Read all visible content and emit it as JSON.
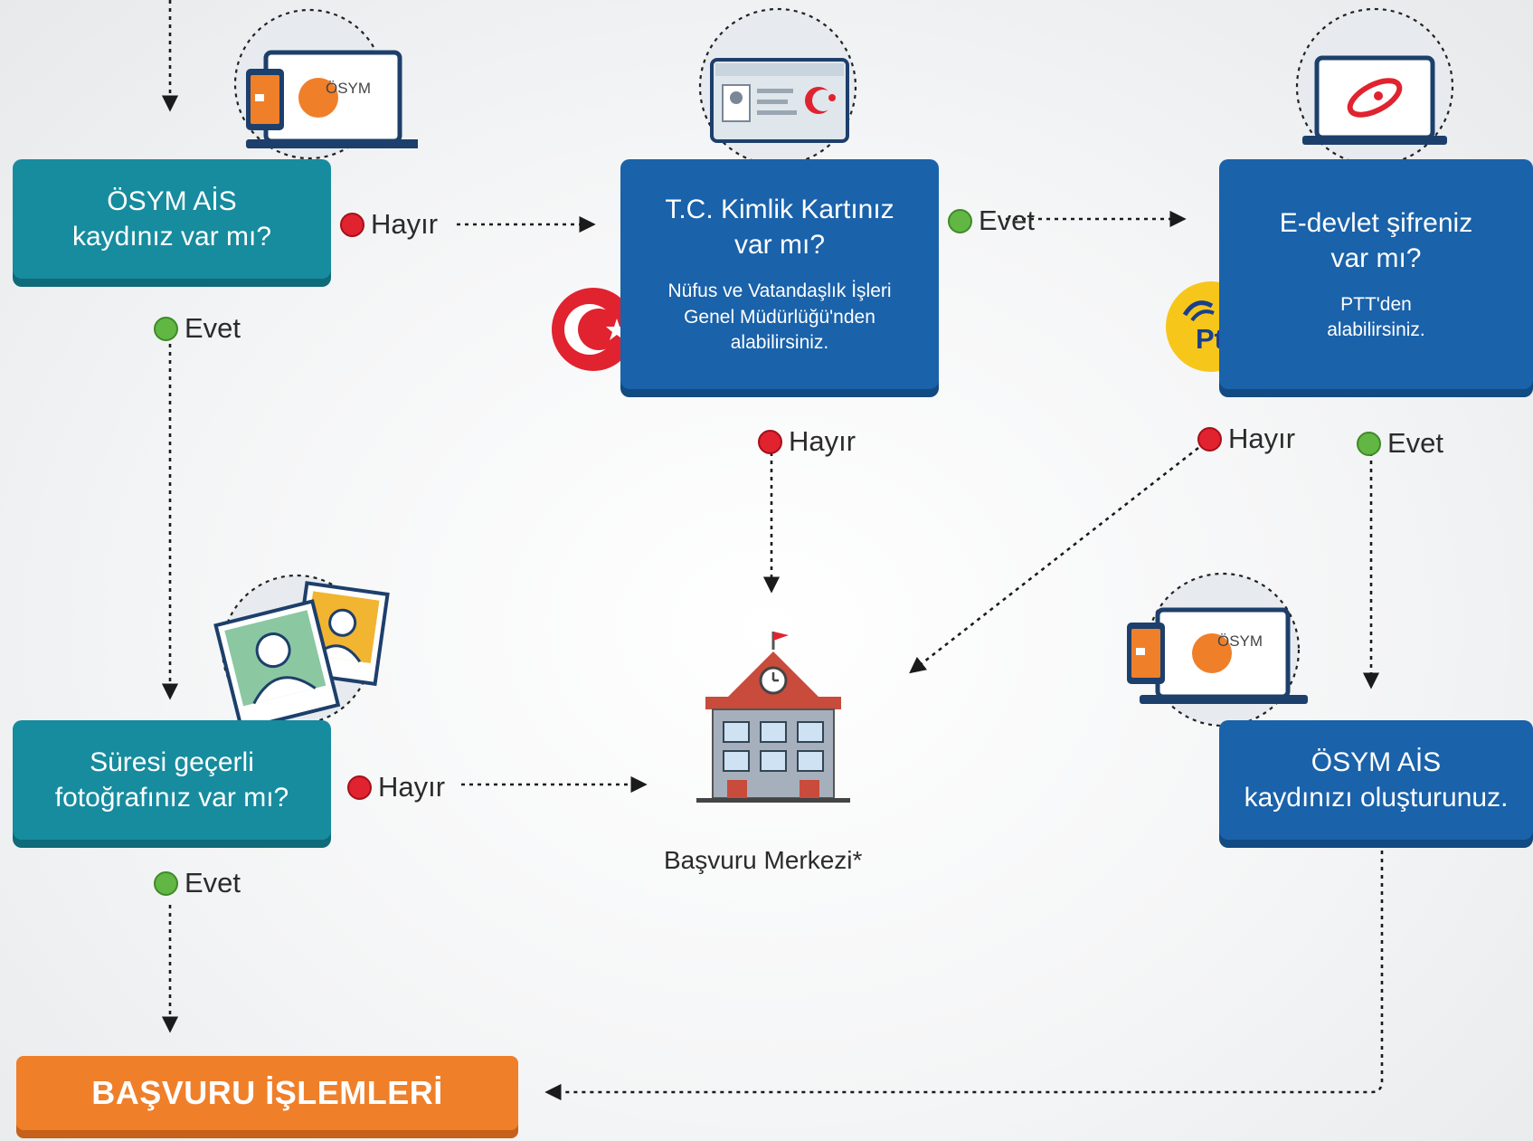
{
  "nodes": {
    "osym_ais_q": {
      "title": "ÖSYM AİS\nkaydınız var mı?"
    },
    "tc_card_q": {
      "title": "T.C. Kimlik Kartınız\nvar mı?",
      "subtitle": "Nüfus ve Vatandaşlık İşleri\nGenel Müdürlüğü'nden\nalabilirsiniz."
    },
    "edevlet_q": {
      "title": "E-devlet şifreniz\nvar mı?",
      "subtitle": "PTT'den\nalabilirsiniz."
    },
    "photo_q": {
      "title": "Süresi geçerli\nfotoğrafınız var mı?"
    },
    "create_ais": {
      "title": "ÖSYM AİS\nkaydınızı oluşturunuz."
    },
    "basvuru": {
      "title": "BAŞVURU İŞLEMLERİ"
    }
  },
  "labels": {
    "yes": "Evet",
    "no": "Hayır"
  },
  "center": {
    "caption": "Başvuru Merkezi*"
  },
  "icons": {
    "osym_logo_1": "ÖSYM",
    "osym_logo_2": "ÖSYM",
    "ptt_logo": "Ptt",
    "laptop_icons": [
      "laptop-tablet-osym-icon",
      "id-card-icon",
      "laptop-edevlet-icon",
      "photos-icon",
      "laptop-tablet-osym-icon",
      "school-building-icon",
      "turkish-flag-icon",
      "ptt-logo-icon"
    ]
  },
  "colors": {
    "teal": "#178c9e",
    "blue": "#1a62aa",
    "orange": "#f07f2a",
    "yes": "#62b744",
    "no": "#e0232f"
  }
}
